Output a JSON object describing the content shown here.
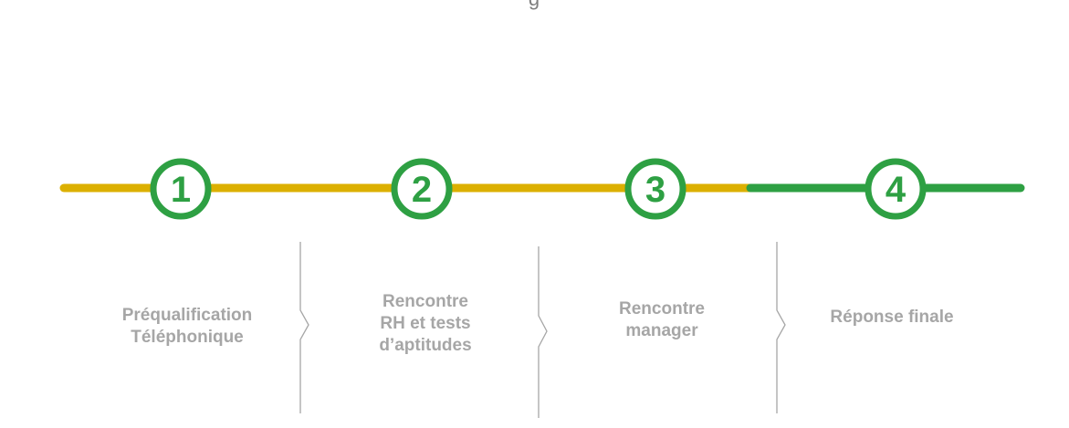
{
  "header": {
    "partial_text": "g"
  },
  "colors": {
    "completed_line": "#dcb000",
    "pending_line": "#2ea043",
    "circle": "#2ea043",
    "label": "#a6a6a6",
    "divider": "#a6a6a6"
  },
  "steps": [
    {
      "number": "1",
      "label": "Préqualification\nTéléphonique"
    },
    {
      "number": "2",
      "label": "Rencontre\nRH et tests\nd’aptitudes"
    },
    {
      "number": "3",
      "label": "Rencontre\nmanager"
    },
    {
      "number": "4",
      "label": "Réponse finale"
    }
  ]
}
